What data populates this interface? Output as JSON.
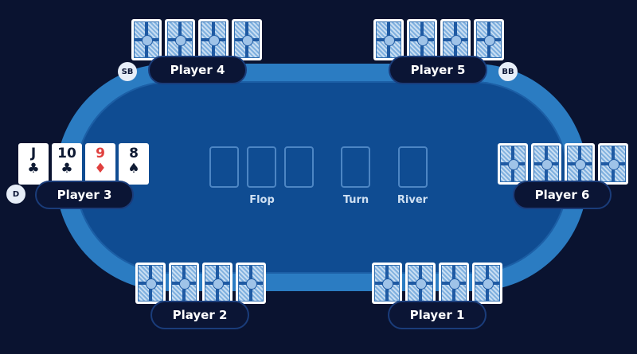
{
  "players": [
    {
      "name": "Player 1"
    },
    {
      "name": "Player 2"
    },
    {
      "name": "Player 3",
      "badge": "D",
      "cards": [
        {
          "rank": "J",
          "suit": "♣",
          "color": "black"
        },
        {
          "rank": "10",
          "suit": "♣",
          "color": "black"
        },
        {
          "rank": "9",
          "suit": "♦",
          "color": "red"
        },
        {
          "rank": "8",
          "suit": "♠",
          "color": "black"
        }
      ]
    },
    {
      "name": "Player 4",
      "badge": "SB"
    },
    {
      "name": "Player 5",
      "badge": "BB"
    },
    {
      "name": "Player 6"
    }
  ],
  "board": {
    "flop": "Flop",
    "turn": "Turn",
    "river": "River"
  },
  "colors": {
    "background": "#0a1330",
    "rim": "#2b7cc2",
    "felt": "#0f4c92",
    "red_suit": "#e0403e"
  }
}
